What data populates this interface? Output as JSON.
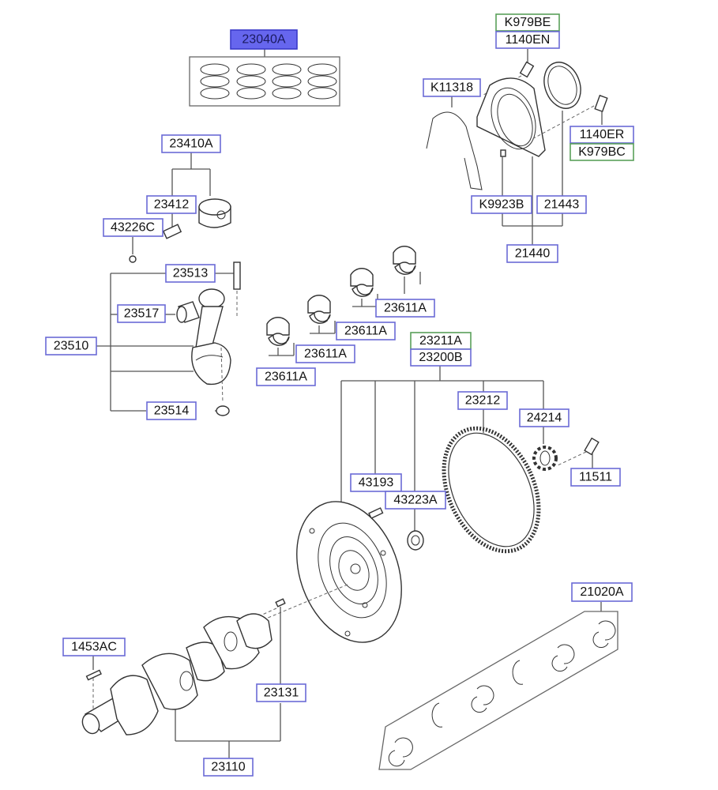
{
  "diagram": {
    "title": "Crankshaft, Piston & Flywheel Parts Diagram",
    "highlight_color": "#6666ee",
    "label_border_color": "#6a6ad6",
    "alt_label_border_color": "#5aa05a",
    "labels": {
      "piston_ring_set": "23040A",
      "piston_assy": "23410A",
      "piston": "23412",
      "snap_ring": "43226C",
      "conrod_bolt": "23513",
      "conrod_bushing": "23517",
      "conrod_assy": "23510",
      "conrod_nut": "23514",
      "bearing_1": "23611A",
      "bearing_2": "23611A",
      "bearing_3": "23611A",
      "bearing_4": "23611A",
      "seal_case_bolt_alt": "K979BE",
      "seal_case_bolt": "1140EN",
      "gasket": "K11318",
      "oil_seal_bolt": "1140ER",
      "oil_seal_bolt_alt": "K979BC",
      "dowel_pin": "K9923B",
      "oil_seal": "21443",
      "oil_seal_case": "21440",
      "flywheel_alt": "23211A",
      "flywheel_assy": "23200B",
      "ring_gear": "23212",
      "reinforcement_plate": "24214",
      "flywheel_bolt": "11511",
      "flywheel_pin": "43193",
      "pilot_bearing": "43223A",
      "main_bearing_set": "21020A",
      "crank_key": "1453AC",
      "crank_pin": "23131",
      "crankshaft": "23110"
    }
  }
}
